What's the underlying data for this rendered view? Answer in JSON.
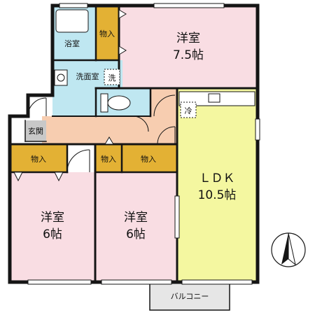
{
  "floorplan": {
    "rooms": {
      "western_room_a": {
        "name": "洋室",
        "size": "7.5帖"
      },
      "western_room_b": {
        "name": "洋室",
        "size": "6帖"
      },
      "western_room_c": {
        "name": "洋室",
        "size": "6帖"
      },
      "ldk": {
        "name": "ＬＤＫ",
        "size": "10.5帖"
      }
    },
    "labels": {
      "closet": "物入",
      "bath": "浴室",
      "washroom": "洗面室",
      "entrance": "玄関",
      "balcony": "バルコニー",
      "washer_mark": "洗",
      "fridge_mark": "冷"
    },
    "colors": {
      "western_room": "#f9dde3",
      "ldk": "#f4f7a0",
      "wet_area": "#bfe7f1",
      "closet": "#e3b134",
      "hallway": "#f7cdb0",
      "entrance": "#c8c8c8",
      "balcony": "#e6e6e6",
      "wall": "#151515"
    }
  }
}
